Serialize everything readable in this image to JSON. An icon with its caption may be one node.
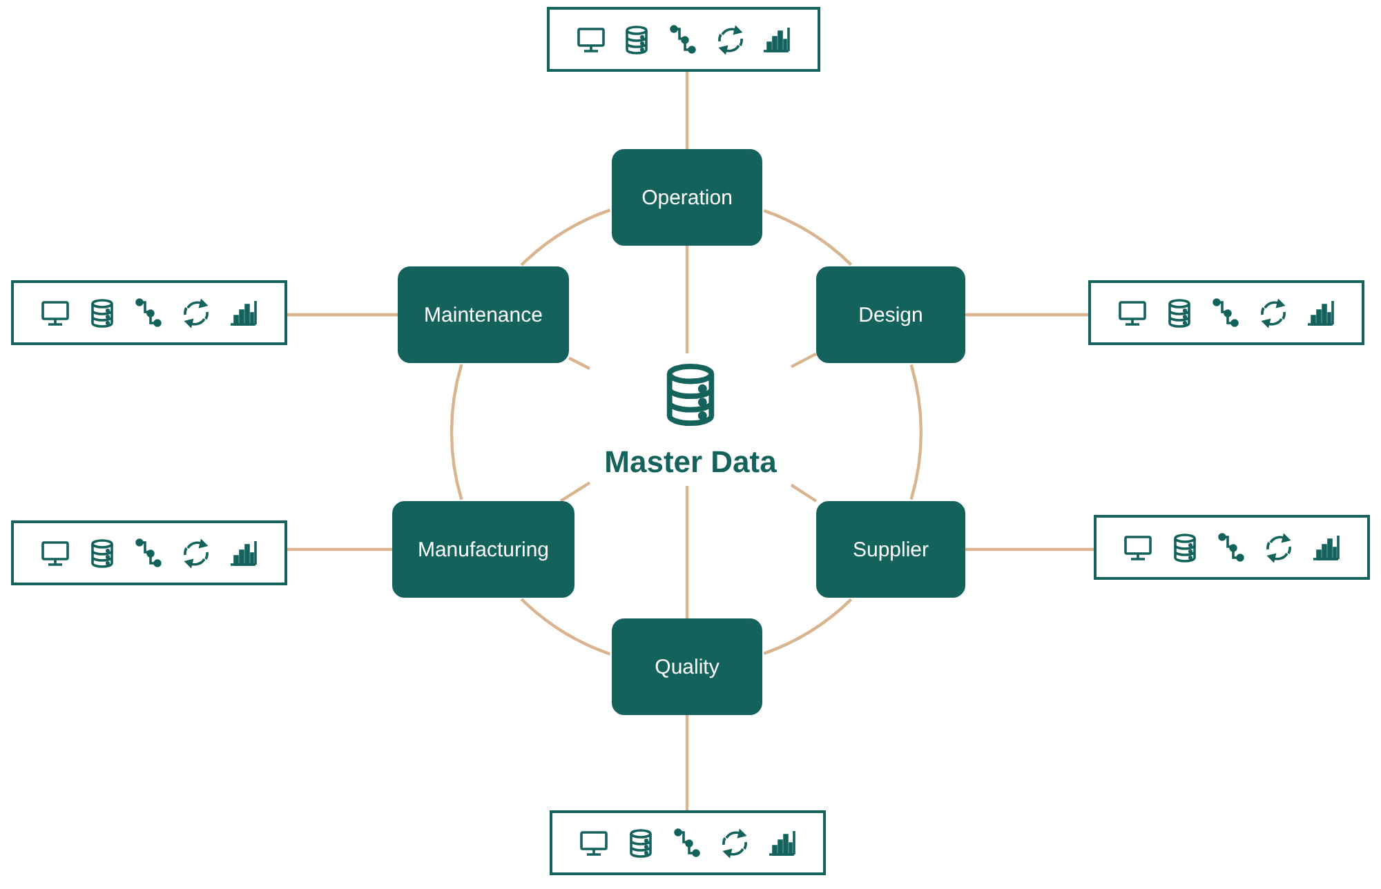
{
  "diagram": {
    "nodes": [
      {
        "text": [],
        "shape": "box"
      },
      {
        "text": [
          "Operation"
        ]
      },
      {
        "text": [],
        "shape": "box"
      },
      {
        "text": [
          "Maintenance"
        ]
      },
      {
        "text": [
          "Design"
        ]
      },
      {
        "text": [],
        "shape": "box"
      },
      {
        "text": [
          "Master Data"
        ]
      },
      {
        "text": [],
        "shape": "box"
      },
      {
        "text": [
          "Manufacturing"
        ]
      },
      {
        "text": [
          "Supplier"
        ]
      },
      {
        "text": [],
        "shape": "box"
      },
      {
        "text": [
          "Quality"
        ]
      },
      {
        "text": [],
        "shape": "box"
      }
    ],
    "edges": [
      {
        "from": 1,
        "to": 0,
        "arrow": "none"
      },
      {
        "from": 3,
        "to": 2,
        "arrow": "none"
      },
      {
        "from": 4,
        "to": 5,
        "arrow": "none"
      },
      {
        "from": 8,
        "to": 7,
        "arrow": "none"
      },
      {
        "from": 9,
        "to": 10,
        "arrow": "none"
      },
      {
        "from": 11,
        "to": 12,
        "arrow": "none"
      },
      {
        "from": 1,
        "to": 6,
        "arrow": "none"
      },
      {
        "from": 4,
        "to": 6,
        "arrow": "none"
      },
      {
        "from": 9,
        "to": 6,
        "arrow": "none"
      },
      {
        "from": 11,
        "to": 6,
        "arrow": "none"
      },
      {
        "from": 8,
        "to": 6,
        "arrow": "none"
      },
      {
        "from": 3,
        "to": 6,
        "arrow": "none"
      },
      {
        "from": 1,
        "to": 4,
        "arrow": "none"
      },
      {
        "from": 4,
        "to": 9,
        "arrow": "none"
      },
      {
        "from": 9,
        "to": 11,
        "arrow": "none"
      },
      {
        "from": 11,
        "to": 8,
        "arrow": "none"
      },
      {
        "from": 8,
        "to": 3,
        "arrow": "none"
      },
      {
        "from": 3,
        "to": 1,
        "arrow": "none"
      }
    ]
  }
}
